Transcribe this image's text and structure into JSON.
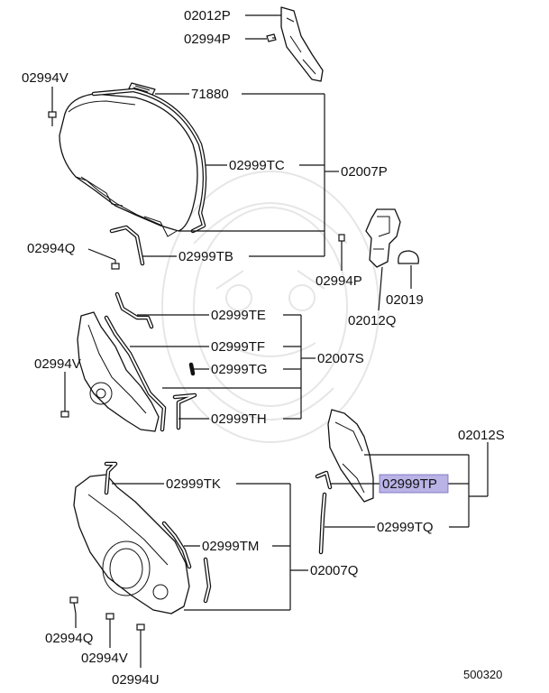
{
  "diagram_id": "500320",
  "highlighted_part": "02999TP",
  "labels": {
    "p02012P": "02012P",
    "p02994P_top": "02994P",
    "p02994V_top": "02994V",
    "p71880": "71880",
    "p02999TC": "02999TC",
    "p02007P": "02007P",
    "p02994Q_top": "02994Q",
    "p02999TB": "02999TB",
    "p02994P_mid": "02994P",
    "p02019": "02019",
    "p02012Q": "02012Q",
    "p02999TE": "02999TE",
    "p02999TF": "02999TF",
    "p02007S": "02007S",
    "p02994V_mid": "02994V",
    "p02999TG": "02999TG",
    "p02999TH": "02999TH",
    "p02012S": "02012S",
    "p02999TK": "02999TK",
    "p02999TP": "02999TP",
    "p02999TQ": "02999TQ",
    "p02999TM": "02999TM",
    "p02007Q": "02007Q",
    "p02994Q_bot": "02994Q",
    "p02994V_bot": "02994V",
    "p02994U": "02994U"
  }
}
